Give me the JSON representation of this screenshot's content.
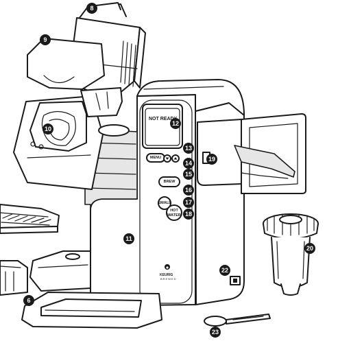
{
  "screen": {
    "status_text": "NOT READY"
  },
  "buttons": {
    "menu": "MENU",
    "brew": "BREW",
    "small": "SMALL",
    "hot_water_line1": "HOT",
    "hot_water_line2": "WATER"
  },
  "logo": {
    "name": "KEURIG",
    "sub": "BREWED"
  },
  "callouts": {
    "c6": "6",
    "c8": "8",
    "c9": "9",
    "c10": "10",
    "c11": "11",
    "c12": "12",
    "c13": "13",
    "c14": "14",
    "c15": "15",
    "c16": "16",
    "c17": "17",
    "c18": "18",
    "c19": "19",
    "c20": "20",
    "c22": "22",
    "c23": "23"
  }
}
